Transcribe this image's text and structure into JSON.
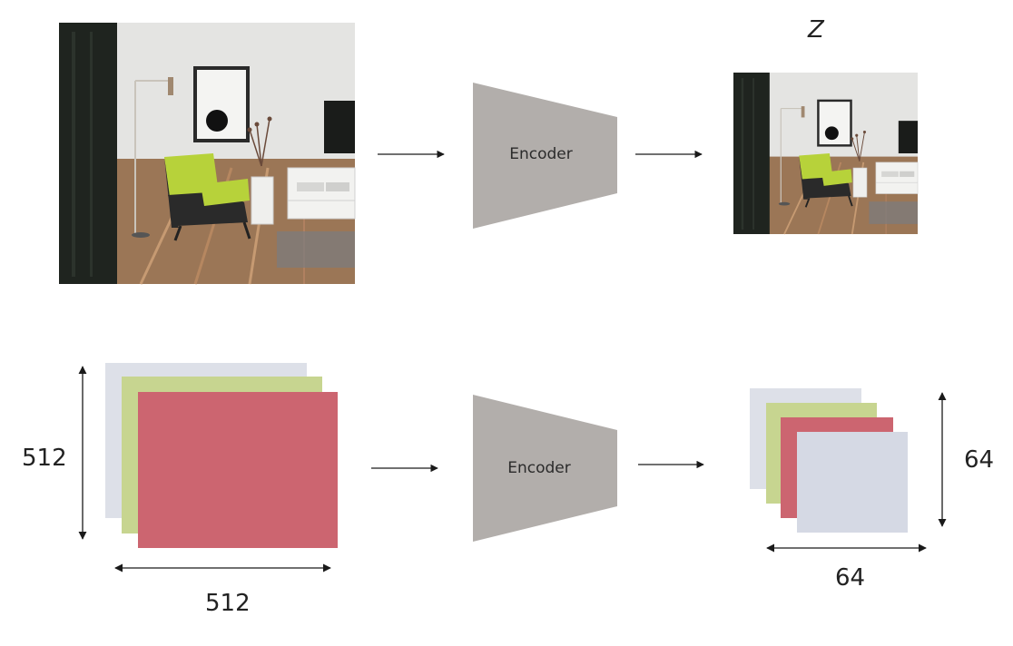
{
  "title": "",
  "top_row": {
    "encoder_label": "Encoder",
    "latent_label": "Z"
  },
  "bottom_row": {
    "encoder_label": "Encoder",
    "input_height_label": "512",
    "input_width_label": "512",
    "latent_height_label": "64",
    "latent_width_label": "64"
  },
  "colors": {
    "encoder_fill": "#b2aeab",
    "arrow": "#1a1a1a",
    "plane_gray": "#dde0e8",
    "plane_green": "#c7d590",
    "plane_red": "#cc6570",
    "plane_lavender": "#d5d9e4"
  }
}
